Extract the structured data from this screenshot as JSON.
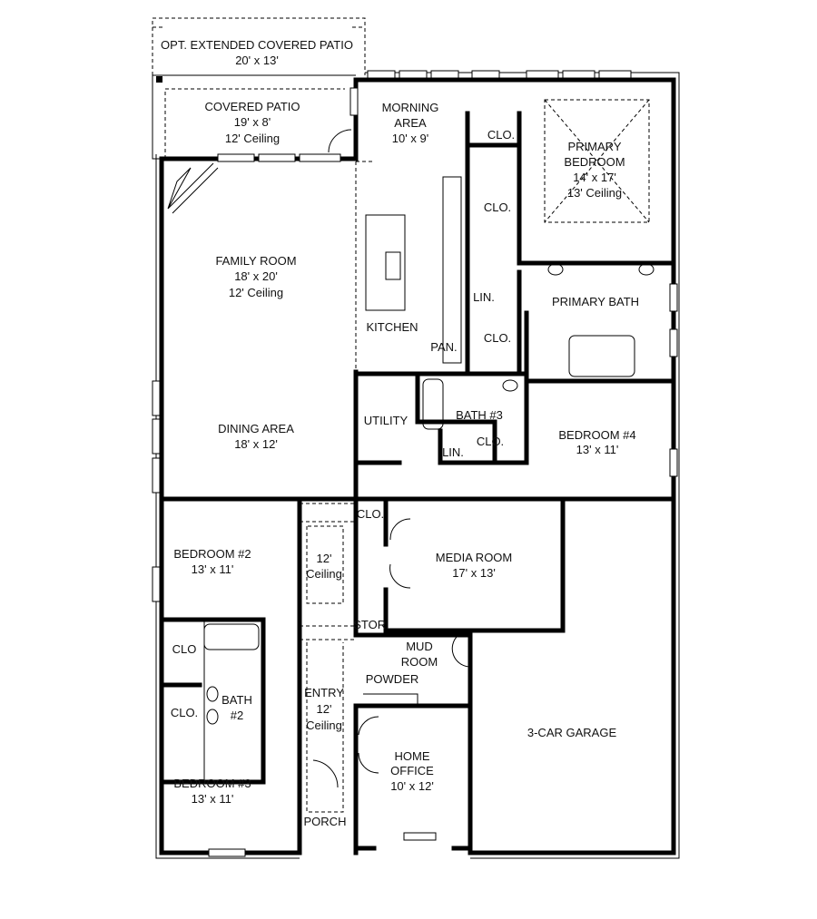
{
  "plan": {
    "rooms": {
      "ext_patio": {
        "name": "OPT. EXTENDED COVERED PATIO",
        "size": "20' x 13'"
      },
      "covered_patio": {
        "name": "COVERED PATIO",
        "size": "19' x 8'",
        "ceiling": "12' Ceiling"
      },
      "morning": {
        "name1": "MORNING",
        "name2": "AREA",
        "size": "10' x 9'"
      },
      "primary_bedroom": {
        "name1": "PRIMARY",
        "name2": "BEDROOM",
        "size": "14' x 17'",
        "ceiling": "13' Ceiling"
      },
      "family": {
        "name": "FAMILY ROOM",
        "size": "18' x 20'",
        "ceiling": "12' Ceiling"
      },
      "kitchen": {
        "name": "KITCHEN"
      },
      "pantry": {
        "name": "PAN."
      },
      "primary_bath": {
        "name": "PRIMARY BATH"
      },
      "dining": {
        "name": "DINING AREA",
        "size": "18' x 12'"
      },
      "utility": {
        "name": "UTILITY"
      },
      "bath3": {
        "name": "BATH #3"
      },
      "bedroom4": {
        "name": "BEDROOM #4",
        "size": "13' x 11'"
      },
      "bedroom2": {
        "name": "BEDROOM #2",
        "size": "13' x 11'"
      },
      "gallery": {
        "ceiling1": "12'",
        "ceiling2": "Ceiling"
      },
      "media": {
        "name": "MEDIA ROOM",
        "size": "17' x 13'"
      },
      "storage": {
        "name": "STOR."
      },
      "mud": {
        "name1": "MUD",
        "name2": "ROOM"
      },
      "powder": {
        "name": "POWDER"
      },
      "bath2": {
        "name1": "BATH",
        "name2": "#2"
      },
      "entry": {
        "name": "ENTRY",
        "ceiling1": "12'",
        "ceiling2": "Ceiling"
      },
      "garage": {
        "name": "3-CAR GARAGE"
      },
      "office": {
        "name1": "HOME",
        "name2": "OFFICE",
        "size": "10' x 12'"
      },
      "bedroom3": {
        "name": "BEDROOM #3",
        "size": "13' x 11'"
      },
      "porch": {
        "name": "PORCH"
      }
    },
    "closet_label": "CLO.",
    "closet_label_short": "CLO",
    "linen_label": "LIN."
  }
}
